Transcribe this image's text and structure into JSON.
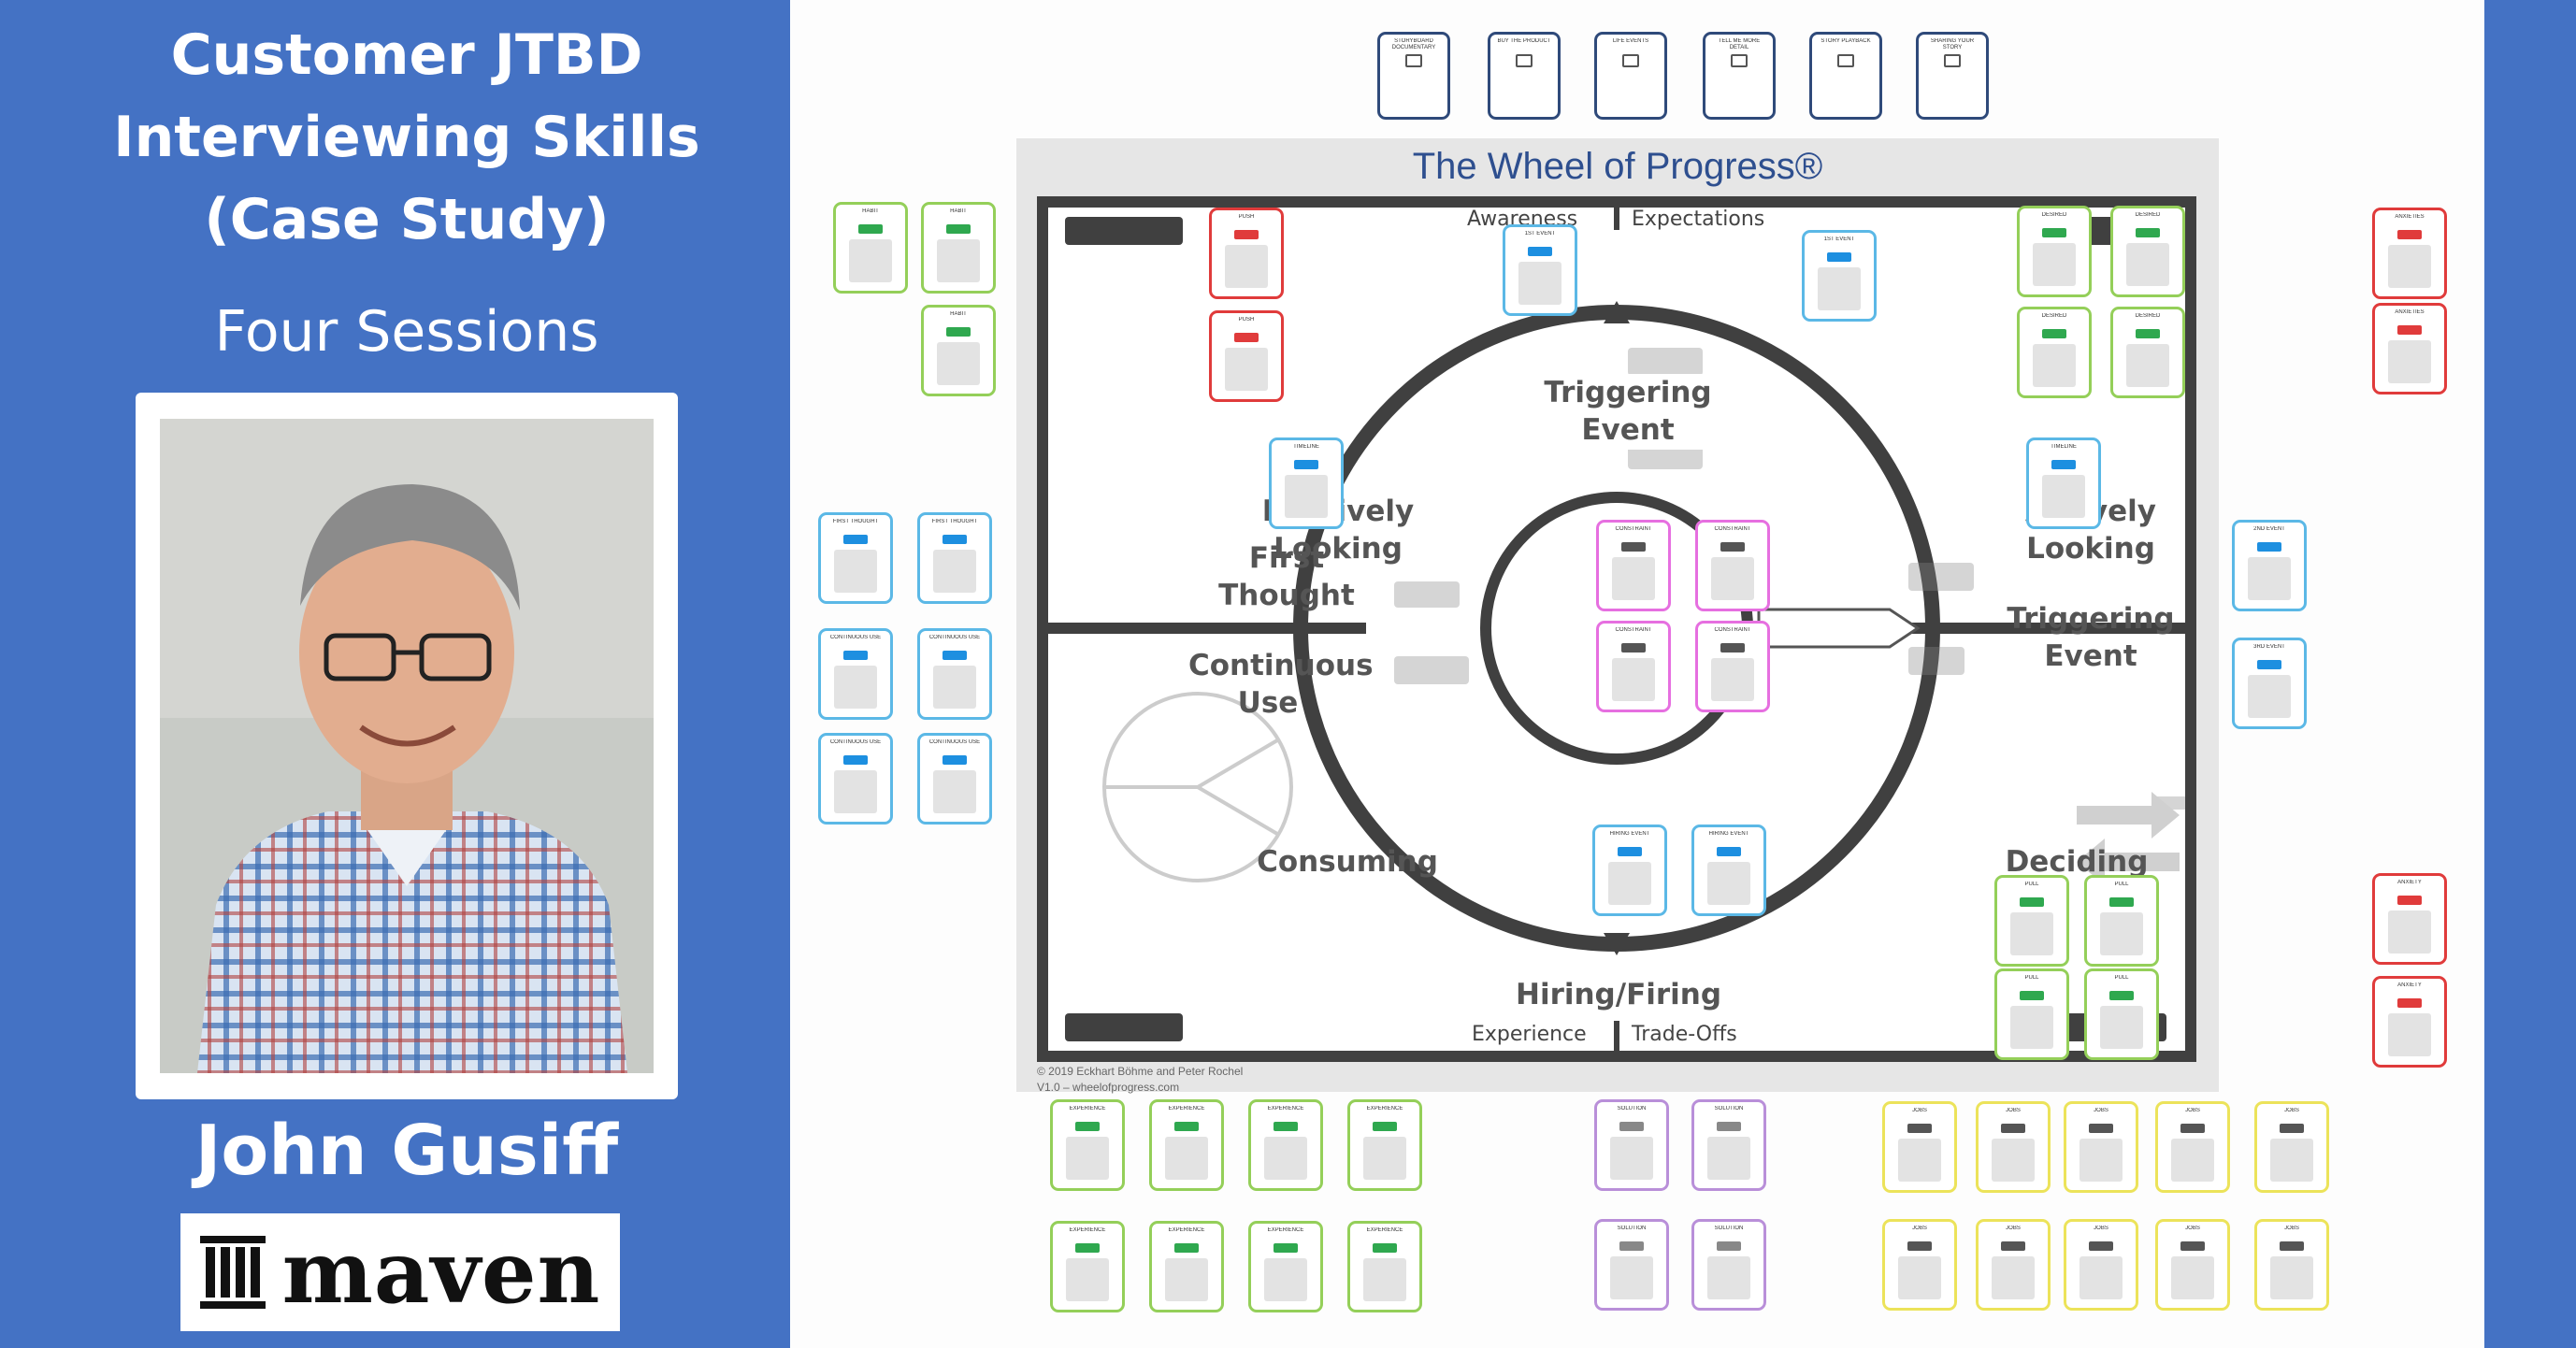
{
  "slide": {
    "title_lines": [
      "Customer JTBD",
      "Interviewing Skills",
      "(Case Study)"
    ],
    "subtitle": "Four Sessions",
    "presenter_name": "John Gusiff",
    "logo_text": "maven",
    "colors": {
      "background": "#4472c4",
      "text": "#ffffff"
    }
  },
  "wheel": {
    "title": "The Wheel of Progress®",
    "top_left_small": "Awareness",
    "top_right_small": "Expectations",
    "bottom_left_small": "Experience",
    "bottom_right_small": "Trade-Offs",
    "stage_labels": {
      "triggering_event_top": "Triggering Event",
      "passively_looking": "Passively Looking",
      "actively_looking": "Actively Looking",
      "first_thought": "First Thought",
      "continuous_use": "Continuous Use",
      "triggering_event_right": "Triggering Event",
      "consuming": "Consuming",
      "deciding": "Deciding",
      "hiring_firing": "Hiring/Firing"
    },
    "copyright_lines": [
      "© 2019 Eckhart Böhme and Peter Rochel",
      "V1.0 – wheelofprogress.com"
    ]
  },
  "cards": {
    "top_navy": [
      "STORYBOARD DOCUMENTARY",
      "BUY THE PRODUCT",
      "LIFE EVENTS",
      "TELL ME MORE DETAIL",
      "STORY PLAYBACK",
      "SHARING YOUR STORY"
    ],
    "habit": [
      "HABIT",
      "HABIT",
      "HABIT"
    ],
    "push": [
      "PUSH",
      "PUSH"
    ],
    "first_thought": [
      "FIRST THOUGHT",
      "FIRST THOUGHT"
    ],
    "continuous_use": [
      "CONTINUOUS USE",
      "CONTINUOUS USE",
      "CONTINUOUS USE",
      "CONTINUOUS USE",
      "CONTINUOUS USE",
      "CONTINUOUS USE"
    ],
    "timeline": [
      "TIMELINE",
      "TIMELINE"
    ],
    "first_event": [
      "1ST EVENT",
      "1ST EVENT",
      "2ND EVENT",
      "3RD EVENT"
    ],
    "desired": [
      "DESIRED",
      "DESIRED",
      "DESIRED",
      "DESIRED"
    ],
    "anxieties": [
      "ANXIETIES",
      "ANXIETIES",
      "ANXIETY",
      "ANXIETY"
    ],
    "constraint": [
      "CONSTRAINT",
      "CONSTRAINT",
      "CONSTRAINT",
      "CONSTRAINT"
    ],
    "hiring_event": [
      "HIRING EVENT",
      "HIRING EVENT"
    ],
    "pull": [
      "PULL",
      "PULL",
      "PULL",
      "PULL"
    ],
    "experience": [
      "EXPERIENCE",
      "EXPERIENCE",
      "EXPERIENCE",
      "EXPERIENCE",
      "EXPERIENCE",
      "EXPERIENCE",
      "EXPERIENCE",
      "EXPERIENCE"
    ],
    "solution": [
      "SOLUTION",
      "SOLUTION",
      "SOLUTION",
      "SOLUTION"
    ],
    "jobs": [
      "JOBS",
      "JOBS",
      "JOBS",
      "JOBS",
      "JOBS",
      "JOBS",
      "JOBS",
      "JOBS",
      "JOBS",
      "JOBS"
    ]
  }
}
